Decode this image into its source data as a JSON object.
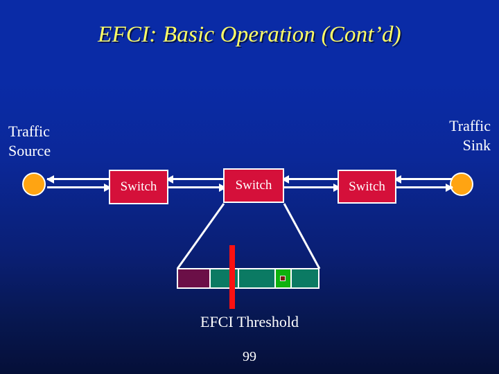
{
  "slide": {
    "title": "EFCI: Basic Operation (Cont’d)",
    "page_number": "99",
    "background_top_color": "#0a2ba6",
    "background_bottom_color": "#050f38",
    "title_color": "#ffff66",
    "text_color": "#ffffff"
  },
  "diagram": {
    "source_label": "Traffic\nSource",
    "sink_label": "Traffic\nSink",
    "endpoint_color": "#ffa412",
    "switch_color": "#d5103a",
    "switches": [
      {
        "label": "Switch"
      },
      {
        "label": "Switch"
      },
      {
        "label": "Switch"
      }
    ],
    "links": [
      {
        "forward": "right",
        "reverse": "left"
      },
      {
        "forward": "right",
        "reverse": "left"
      },
      {
        "forward": "right",
        "reverse": "left"
      },
      {
        "forward": "right",
        "reverse": "left"
      }
    ],
    "queue": {
      "cells": [
        {
          "fill": "#6b0f47",
          "width_pct": 23.5,
          "marker": false
        },
        {
          "fill": "#0b7a63",
          "width_pct": 20.0,
          "marker": false
        },
        {
          "fill": "#0b7a63",
          "width_pct": 26.5,
          "marker": false
        },
        {
          "fill": "#0eb20e",
          "width_pct": 11.0,
          "marker": true
        },
        {
          "fill": "#0b7a63",
          "width_pct": 19.0,
          "marker": false
        }
      ]
    },
    "threshold": {
      "caption": "EFCI Threshold",
      "line_color": "#fb1111"
    }
  }
}
